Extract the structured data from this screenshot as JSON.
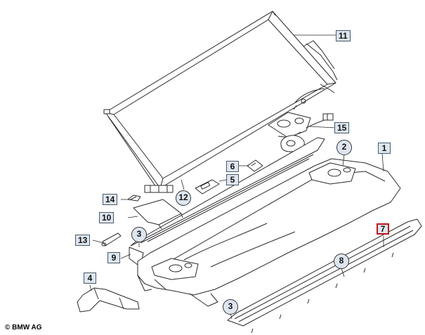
{
  "copyright": "© BMW AG",
  "callouts": {
    "c1": "1",
    "c2": "2",
    "c3a": "3",
    "c3b": "3",
    "c4": "4",
    "c5": "5",
    "c6": "6",
    "c7": "7",
    "c8": "8",
    "c9": "9",
    "c10": "10",
    "c11": "11",
    "c12": "12",
    "c13": "13",
    "c14": "14",
    "c15": "15"
  },
  "colors": {
    "line": "#2a2a2a",
    "callout_fill": "#dde6ef",
    "highlight": "#c0141a"
  }
}
